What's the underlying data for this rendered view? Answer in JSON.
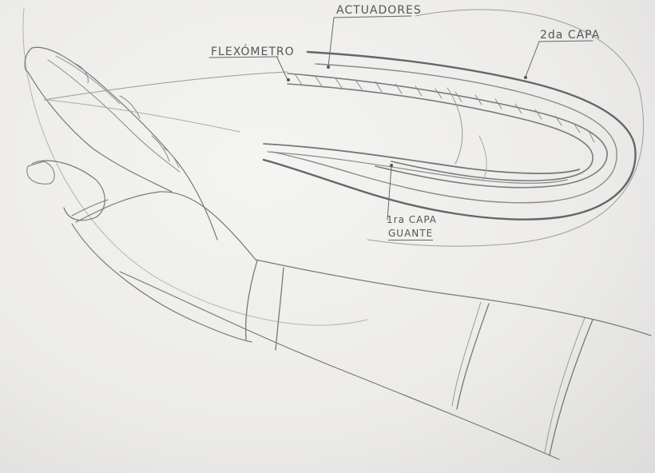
{
  "labels": {
    "flexometro": "FLEXÓMETRO",
    "actuadores": "ACTUADORES",
    "segunda_capa": "2da CAPA",
    "primera_capa": "1ra CAPA",
    "guante": "GUANTE"
  },
  "colors": {
    "pencil": "#6f6f6f",
    "pencil_light": "#a9a9a9",
    "paper": "#f1f1ef"
  }
}
